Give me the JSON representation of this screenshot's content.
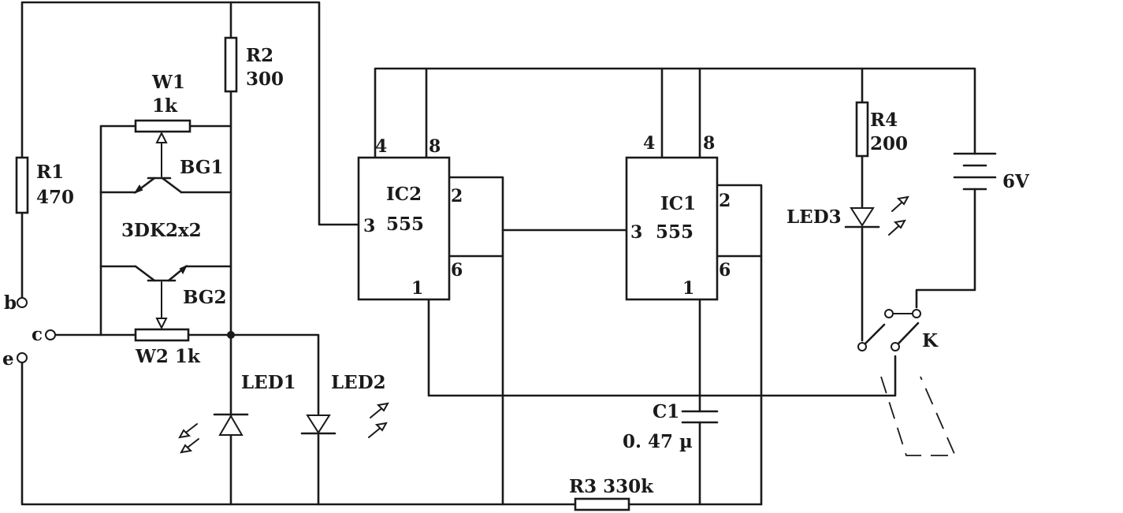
{
  "components": {
    "r1": {
      "name": "R1",
      "value": "470"
    },
    "r2": {
      "name": "R2",
      "value": "300"
    },
    "r3": {
      "label": "R3  330k"
    },
    "r4": {
      "name": "R4",
      "value": "200"
    },
    "w1": {
      "name": "W1",
      "value": "1k"
    },
    "w2": {
      "label": "W2 1k"
    },
    "bg1": "BG1",
    "bg2": "BG2",
    "transistor_pair": "3DK2x2",
    "led1": "LED1",
    "led2": "LED2",
    "led3": "LED3",
    "c1": {
      "name": "C1",
      "value": "0. 47 µ"
    },
    "battery": "6V",
    "switch": "K",
    "ic2": {
      "name": "IC2",
      "type": "555"
    },
    "ic1": {
      "name": "IC1",
      "type": "555"
    }
  },
  "pins": {
    "ic2": {
      "p4": "4",
      "p8": "8",
      "p3": "3",
      "p2": "2",
      "p6": "6",
      "p1": "1"
    },
    "ic1": {
      "p4": "4",
      "p8": "8",
      "p3": "3",
      "p2": "2",
      "p6": "6",
      "p1": "1"
    }
  },
  "terminals": {
    "b": "b",
    "c": "c",
    "e": "e"
  }
}
